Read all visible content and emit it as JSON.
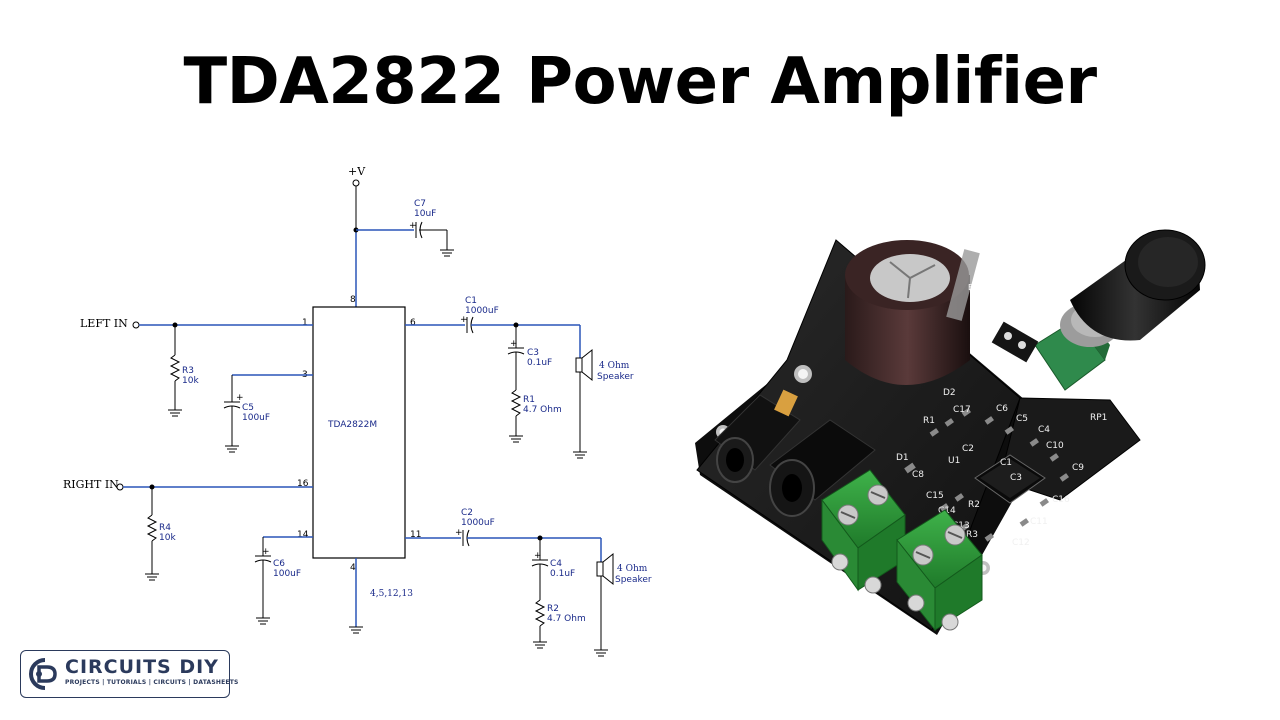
{
  "title": "TDA2822 Power Amplifier",
  "schematic": {
    "supply_label": "+V",
    "ic_label": "TDA2822M",
    "left_input": "LEFT IN",
    "right_input": "RIGHT IN",
    "ground_pins": "4,5,12,13",
    "pins": {
      "p1": "1",
      "p3": "3",
      "p6": "6",
      "p8": "8",
      "p11": "11",
      "p14": "14",
      "p16": "16",
      "p4": "4"
    },
    "components": {
      "c7": {
        "ref": "C7",
        "value": "10uF"
      },
      "c1": {
        "ref": "C1",
        "value": "1000uF"
      },
      "c2": {
        "ref": "C2",
        "value": "1000uF"
      },
      "c3": {
        "ref": "C3",
        "value": "0.1uF"
      },
      "c4": {
        "ref": "C4",
        "value": "0.1uF"
      },
      "c5": {
        "ref": "C5",
        "value": "100uF"
      },
      "c6": {
        "ref": "C6",
        "value": "100uF"
      },
      "r1": {
        "ref": "R1",
        "value": "4.7 Ohm"
      },
      "r2": {
        "ref": "R2",
        "value": "4.7 Ohm"
      },
      "r3": {
        "ref": "R3",
        "value": "10k"
      },
      "r4": {
        "ref": "R4",
        "value": "10k"
      }
    },
    "speaker_top": {
      "ohm": "4 Ohm",
      "label": "Speaker"
    },
    "speaker_bottom": {
      "ohm": "4 Ohm",
      "label": "Speaker"
    },
    "plus": "+"
  },
  "board": {
    "silkscreen": {
      "c1": "C1",
      "c2": "C2",
      "c3": "C3",
      "c4": "C4",
      "c5": "C5",
      "c6": "C6",
      "c8": "C8",
      "c9": "C9",
      "c10": "C10",
      "c11": "C11",
      "c12": "C12",
      "c13": "C13",
      "c14": "C14",
      "c15": "C15",
      "c16": "C16",
      "c17": "C17",
      "r1": "R1",
      "r2": "R2",
      "r3": "R3",
      "u1": "U1",
      "d1": "D1",
      "d2": "D2",
      "rp1": "RP1",
      "cap_mark": "E2J"
    }
  },
  "logo": {
    "name": "CIRCUITS DIY",
    "tagline": "PROJECTS | TUTORIALS | CIRCUITS | DATASHEETS",
    "colors": {
      "primary": "#2b3a5c"
    }
  },
  "colors": {
    "wire": "#2a55b8",
    "label_blue": "#1a2a8a",
    "pcb": "#1b1b1b",
    "terminal": "#2f9a3a",
    "pot": "#2f8a4c"
  }
}
